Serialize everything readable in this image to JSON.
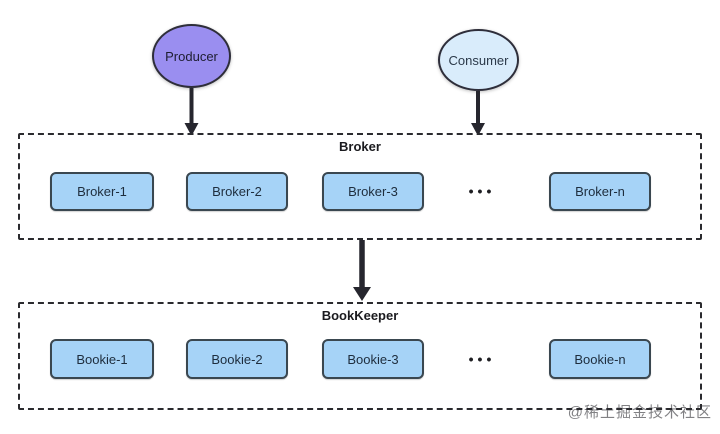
{
  "diagram": {
    "producer": {
      "label": "Producer"
    },
    "consumer": {
      "label": "Consumer"
    },
    "broker": {
      "title": "Broker",
      "nodes": [
        "Broker-1",
        "Broker-2",
        "Broker-3",
        "Broker-n"
      ],
      "ellipsis": "•••"
    },
    "bookkeeper": {
      "title": "BookKeeper",
      "nodes": [
        "Bookie-1",
        "Bookie-2",
        "Bookie-3",
        "Bookie-n"
      ],
      "ellipsis": "•••"
    },
    "watermark": "@稀土掘金技术社区",
    "colors": {
      "producer_fill": "#9a8ef0",
      "consumer_fill": "#d9ecfb",
      "node_fill": "#a6d3f7",
      "node_border": "#3a4750",
      "arrow": "#26262e",
      "dashed_border": "#2a2a2e"
    }
  }
}
